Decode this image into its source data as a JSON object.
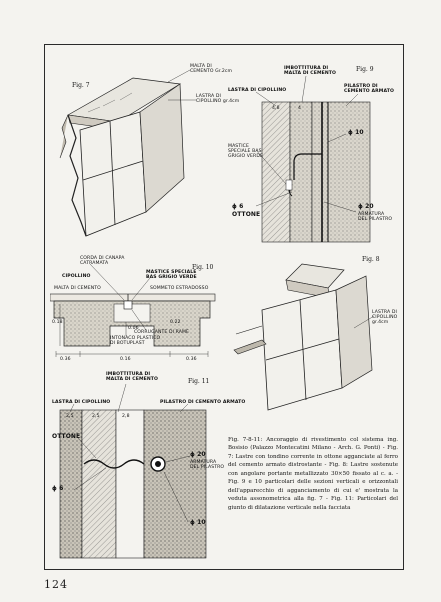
{
  "fig7": {
    "tag": "Fig. 7",
    "labels": [
      "MALTA DI",
      "CEMENTO Gr.2cm",
      "LASTRA DI",
      "CIPOLLINO gr.4cm"
    ]
  },
  "fig9": {
    "tag": "Fig. 9",
    "labels": [
      "IMBOTTITURA DI",
      "MALTA DI CEMENTO",
      "LASTRA DI CIPOLLINO",
      "PILASTRO DI",
      "CEMENTO ARMATO",
      "MASTICE",
      "SPECIALE BAS",
      "GRIGIO VERDE",
      "ϕ 10",
      "ϕ 6",
      "OTTONE",
      "ϕ 20",
      "ARMATURA",
      "DEL PILASTRO",
      "4,8",
      "4"
    ]
  },
  "fig10": {
    "tag": "Fig. 10",
    "labels": [
      "CORDA DI CANAPA",
      "CATRAMATA",
      "CIPOLLINO",
      "MASTICE SPECIALE",
      "BAS GRIGIO VERDE",
      "MALTA DI CEMENTO",
      "SOMMETO ESTRADOSSO",
      "CORRUGANTE DI RAME",
      "INTONACO PLASTICO",
      "DI BOTUPLAST",
      "0.36",
      "0.36",
      "0.16",
      "0.06",
      "0.18",
      "0.22"
    ]
  },
  "fig8": {
    "tag": "Fig. 8",
    "labels": [
      "LASTRA DI",
      "CIPOLLINO",
      "gr.4cm"
    ]
  },
  "fig11": {
    "tag": "Fig. 11",
    "labels": [
      "IMBOTTITURA DI",
      "MALTA DI CEMENTO",
      "LASTRA DI CIPOLLINO",
      "PILASTRO DI CEMENTO ARMATO",
      "OTTONE",
      "ϕ 20",
      "ARMATURA",
      "DEL PILASTRO",
      "ϕ 6",
      "ϕ 10",
      "2,5",
      "2,5",
      "2,8"
    ]
  },
  "caption": "Fig. 7-8-11: Ancoraggio di rivestimento col sistema ing. Bosisio (Palazzo Montecatini Milano - Arch. G. Ponti) - Fig. 7: Lastre con tondino corrente in ottone agganciate al ferro del cemento armato distrostante - Fig. 8: Lastre sostenute con angolare portante metallizzato 30×50 fissato al c. a. - Fig. 9 e 10 particolari delle sezioni verticali e orizzontali dell'apparecchio di agganciamento di cui e' mostrata la veduta assonometrica alla fig. 7 - Fig. 11: Particolari del giunto di dilatazione verticale nella facciata",
  "page_number": "124"
}
